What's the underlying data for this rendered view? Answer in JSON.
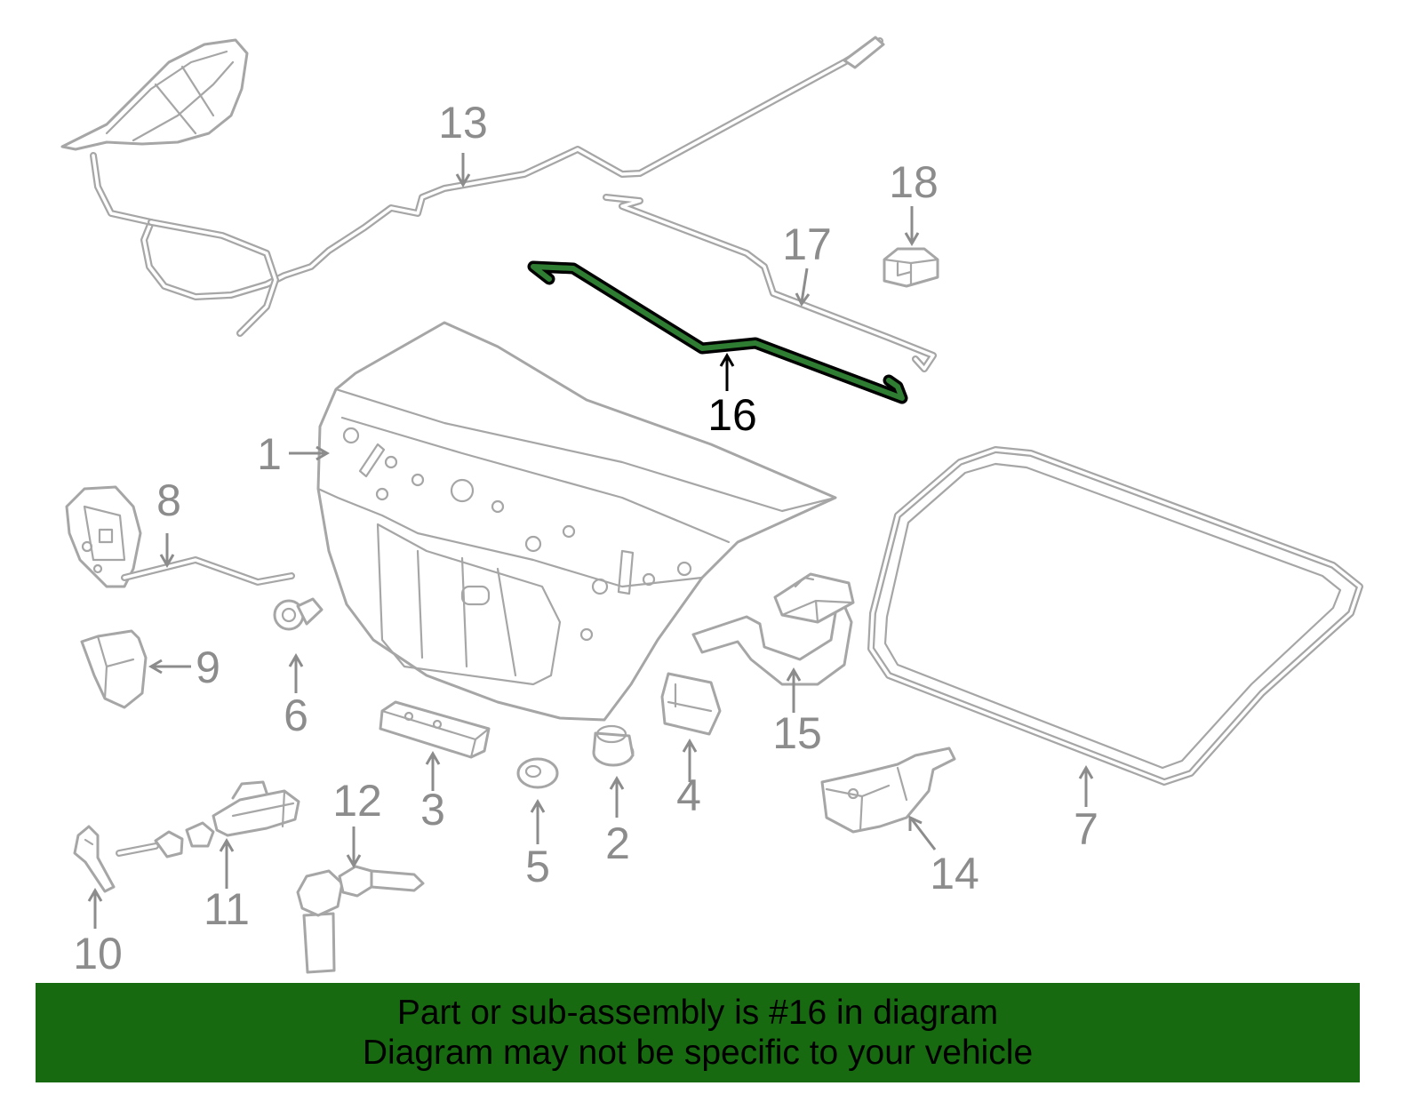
{
  "diagram": {
    "highlight_color": "#2e7d32",
    "part_color": "#a6a6a6",
    "callouts": [
      {
        "id": "1",
        "label": "1"
      },
      {
        "id": "2",
        "label": "2"
      },
      {
        "id": "3",
        "label": "3"
      },
      {
        "id": "4",
        "label": "4"
      },
      {
        "id": "5",
        "label": "5"
      },
      {
        "id": "6",
        "label": "6"
      },
      {
        "id": "7",
        "label": "7"
      },
      {
        "id": "8",
        "label": "8"
      },
      {
        "id": "9",
        "label": "9"
      },
      {
        "id": "10",
        "label": "10"
      },
      {
        "id": "11",
        "label": "11"
      },
      {
        "id": "12",
        "label": "12"
      },
      {
        "id": "13",
        "label": "13"
      },
      {
        "id": "14",
        "label": "14"
      },
      {
        "id": "15",
        "label": "15"
      },
      {
        "id": "16",
        "label": "16",
        "highlighted": true
      },
      {
        "id": "17",
        "label": "17"
      },
      {
        "id": "18",
        "label": "18"
      }
    ]
  },
  "banner": {
    "background": "#186a10",
    "line1": "Part or sub-assembly is #16 in diagram",
    "line2": "Diagram may not be specific to your vehicle"
  }
}
